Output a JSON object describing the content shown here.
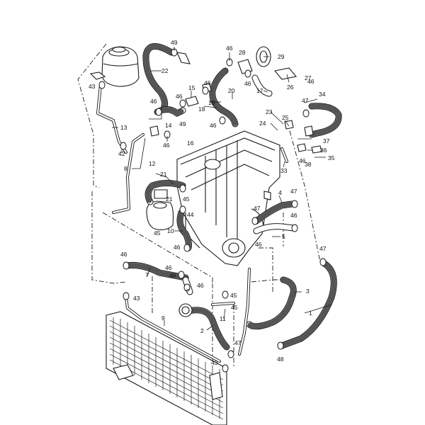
{
  "callouts": [
    {
      "id": "l1",
      "text": "1"
    },
    {
      "id": "l2",
      "text": "2"
    },
    {
      "id": "l3",
      "text": "3"
    },
    {
      "id": "l4",
      "text": "4"
    },
    {
      "id": "l5",
      "text": "5"
    },
    {
      "id": "l7",
      "text": "7"
    },
    {
      "id": "l8",
      "text": "8"
    },
    {
      "id": "l9",
      "text": "9"
    },
    {
      "id": "l10",
      "text": "10"
    },
    {
      "id": "l11",
      "text": "11"
    },
    {
      "id": "l12",
      "text": "12"
    },
    {
      "id": "l13",
      "text": "13"
    },
    {
      "id": "l14",
      "text": "14"
    },
    {
      "id": "l15",
      "text": "15"
    },
    {
      "id": "l16",
      "text": "16"
    },
    {
      "id": "l17",
      "text": "17"
    },
    {
      "id": "l18",
      "text": "18"
    },
    {
      "id": "l19",
      "text": "19"
    },
    {
      "id": "l20",
      "text": "20"
    },
    {
      "id": "l21a",
      "text": "21"
    },
    {
      "id": "l21b",
      "text": "21"
    },
    {
      "id": "l22",
      "text": "22"
    },
    {
      "id": "l23",
      "text": "23"
    },
    {
      "id": "l24",
      "text": "24"
    },
    {
      "id": "l25",
      "text": "25"
    },
    {
      "id": "l26",
      "text": "26"
    },
    {
      "id": "l27",
      "text": "27"
    },
    {
      "id": "l28",
      "text": "28"
    },
    {
      "id": "l29",
      "text": "29"
    },
    {
      "id": "l33",
      "text": "33"
    },
    {
      "id": "l34",
      "text": "34"
    },
    {
      "id": "l35",
      "text": "35"
    },
    {
      "id": "l36",
      "text": "36"
    },
    {
      "id": "l37",
      "text": "37"
    },
    {
      "id": "l38",
      "text": "38"
    },
    {
      "id": "l42",
      "text": "42"
    },
    {
      "id": "l43a",
      "text": "43"
    },
    {
      "id": "l43b",
      "text": "43"
    },
    {
      "id": "l43c",
      "text": "43"
    },
    {
      "id": "l44",
      "text": "44"
    },
    {
      "id": "l45a",
      "text": "45"
    },
    {
      "id": "l45b",
      "text": "45"
    },
    {
      "id": "l45c",
      "text": "45"
    },
    {
      "id": "l45d",
      "text": "45"
    },
    {
      "id": "l46a",
      "text": "46"
    },
    {
      "id": "l46b",
      "text": "46"
    },
    {
      "id": "l46c",
      "text": "46"
    },
    {
      "id": "l46d",
      "text": "46"
    },
    {
      "id": "l46e",
      "text": "46"
    },
    {
      "id": "l46f",
      "text": "46"
    },
    {
      "id": "l46g",
      "text": "46"
    },
    {
      "id": "l46h",
      "text": "46"
    },
    {
      "id": "l46i",
      "text": "46"
    },
    {
      "id": "l46j",
      "text": "46"
    },
    {
      "id": "l46k",
      "text": "46"
    },
    {
      "id": "l46l",
      "text": "46"
    },
    {
      "id": "l46m",
      "text": "46"
    },
    {
      "id": "l46n",
      "text": "46"
    },
    {
      "id": "l46o",
      "text": "46"
    },
    {
      "id": "l46p",
      "text": "46"
    },
    {
      "id": "l47a",
      "text": "47"
    },
    {
      "id": "l47b",
      "text": "47"
    },
    {
      "id": "l47c",
      "text": "47"
    },
    {
      "id": "l47d",
      "text": "47"
    },
    {
      "id": "l47e",
      "text": "47"
    },
    {
      "id": "l48",
      "text": "48"
    },
    {
      "id": "l49a",
      "text": "49"
    },
    {
      "id": "l49b",
      "text": "49"
    }
  ]
}
